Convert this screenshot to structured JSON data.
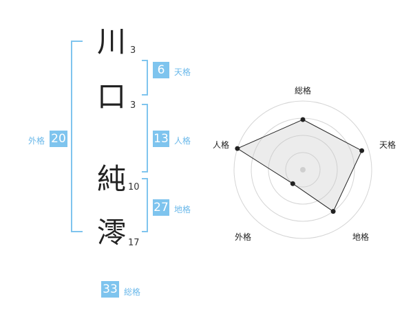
{
  "name": {
    "characters": [
      {
        "char": "川",
        "strokes": "3"
      },
      {
        "char": "口",
        "strokes": "3"
      },
      {
        "char": "純",
        "strokes": "10"
      },
      {
        "char": "澪",
        "strokes": "17"
      }
    ]
  },
  "fortune": {
    "tenkaku": {
      "value": "6",
      "label": "天格"
    },
    "jinkaku": {
      "value": "13",
      "label": "人格"
    },
    "chikaku": {
      "value": "27",
      "label": "地格"
    },
    "gaikaku": {
      "value": "20",
      "label": "外格"
    },
    "soukaku": {
      "value": "33",
      "label": "総格"
    }
  },
  "chart_data": {
    "type": "radar",
    "axes": [
      "総格",
      "天格",
      "地格",
      "外格",
      "人格"
    ],
    "values": [
      0.73,
      0.9,
      0.75,
      0.25,
      1.0
    ],
    "range": [
      0,
      1
    ],
    "rings": 4,
    "fill_color": "#ececec",
    "line_color": "#222222",
    "accent_color": "#7ec4ee"
  }
}
